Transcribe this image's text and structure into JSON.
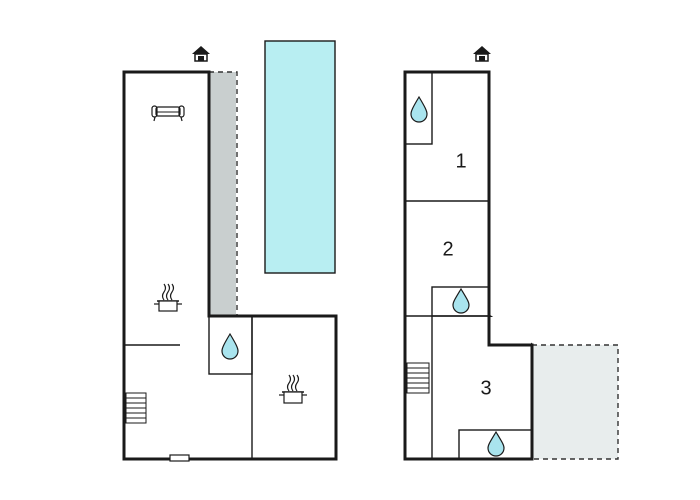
{
  "floor_plans": [
    {
      "name": "left",
      "entrance_icon": "house-entrance-icon",
      "pool_color": "#b8eef2",
      "walkway_color": "#c9cfcf"
    },
    {
      "name": "right",
      "entrance_icon": "house-entrance-icon",
      "terrace_color": "#e8eded",
      "rooms": [
        {
          "number": "1"
        },
        {
          "number": "2"
        },
        {
          "number": "3"
        }
      ]
    }
  ],
  "colors": {
    "wall": "#1a1a1a",
    "water_drop": "#a9e4ee",
    "pool": "#b8eef2",
    "walkway": "#c9cfcf",
    "terrace": "#e8eded"
  }
}
